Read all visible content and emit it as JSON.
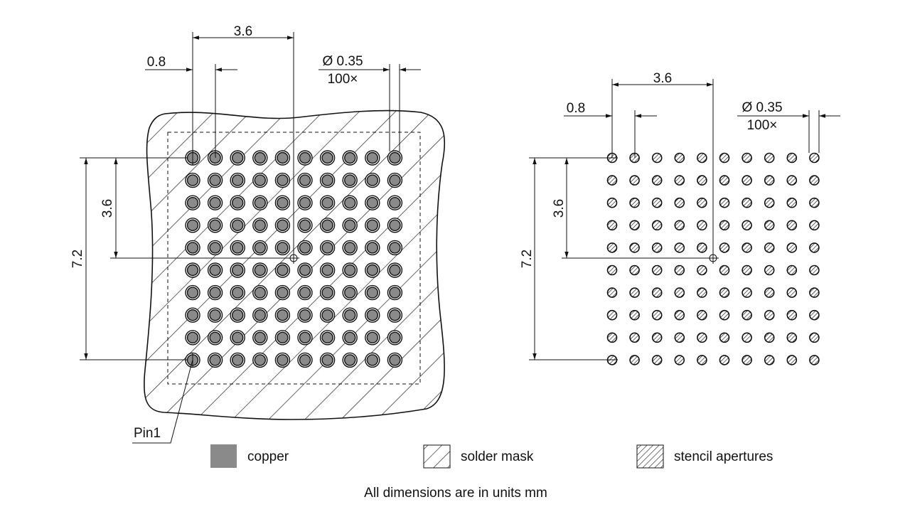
{
  "left_view": {
    "dim_pitch_top": "3.6",
    "dim_pad_spacing": "0.8",
    "dim_diameter": "Ø 0.35",
    "dim_count": "100×",
    "dim_pitch_side": "3.6",
    "dim_span_side": "7.2",
    "pin1_label": "Pin1"
  },
  "right_view": {
    "dim_pitch_top": "3.6",
    "dim_pad_spacing": "0.8",
    "dim_diameter": "Ø 0.35",
    "dim_count": "100×",
    "dim_pitch_side": "3.6",
    "dim_span_side": "7.2"
  },
  "grid": {
    "rows": 10,
    "cols": 10
  },
  "legend": {
    "copper": "copper",
    "solder_mask": "solder mask",
    "stencil": "stencil apertures"
  },
  "footer": "All dimensions are in units mm",
  "colors": {
    "copper": "#8a8a8a",
    "line": "#111111",
    "background": "#ffffff"
  }
}
